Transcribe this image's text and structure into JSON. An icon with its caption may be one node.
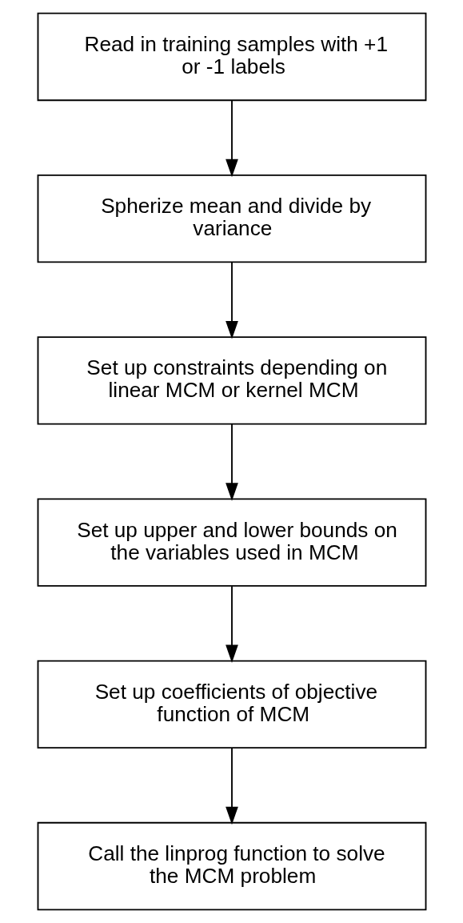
{
  "diagram": {
    "nodes": [
      {
        "text": [
          "Read in training samples with +1 or -1 labels"
        ]
      },
      {
        "text": [
          "Spherize mean and divide by variance"
        ]
      },
      {
        "text": [
          "Set up constraints depending on linear MCM or kernel MCM"
        ]
      },
      {
        "text": [
          "Set up upper and lower bounds on the variables used in MCM"
        ]
      },
      {
        "text": [
          "Set up coefficients of objective function of MCM"
        ]
      },
      {
        "text": [
          "Call the linprog function to solve the MCM problem"
        ]
      }
    ],
    "edges": [
      {
        "from": 0,
        "to": 1,
        "arrow": "to"
      },
      {
        "from": 1,
        "to": 2,
        "arrow": "to"
      },
      {
        "from": 2,
        "to": 3,
        "arrow": "to"
      },
      {
        "from": 3,
        "to": 4,
        "arrow": "to"
      },
      {
        "from": 4,
        "to": 5,
        "arrow": "to"
      }
    ]
  }
}
